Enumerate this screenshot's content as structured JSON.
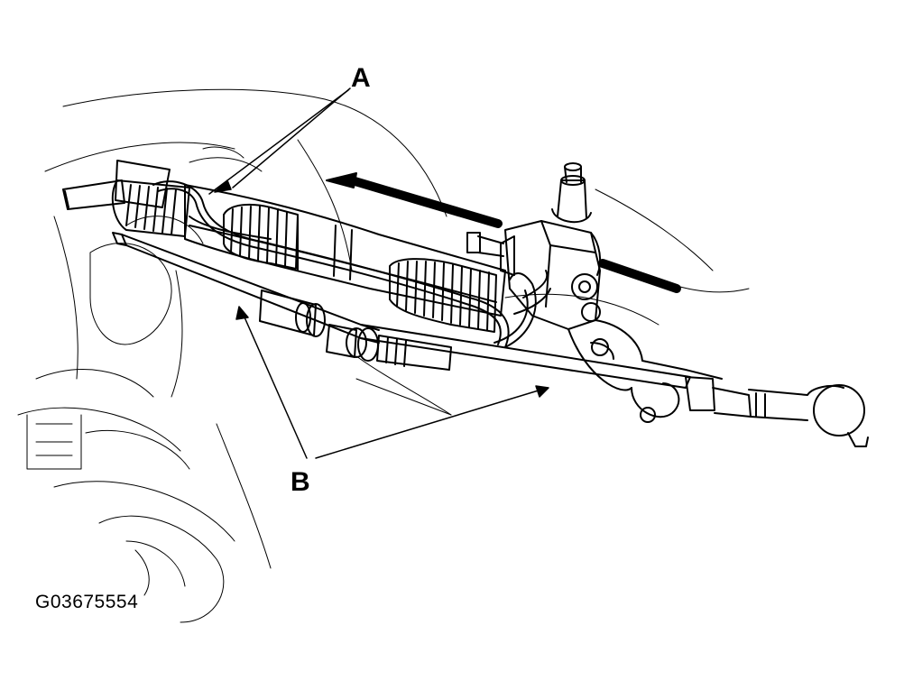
{
  "callouts": {
    "a": "A",
    "b": "B"
  },
  "figure_code": "G03675554",
  "colors": {
    "line": "#000000",
    "background": "#ffffff"
  }
}
